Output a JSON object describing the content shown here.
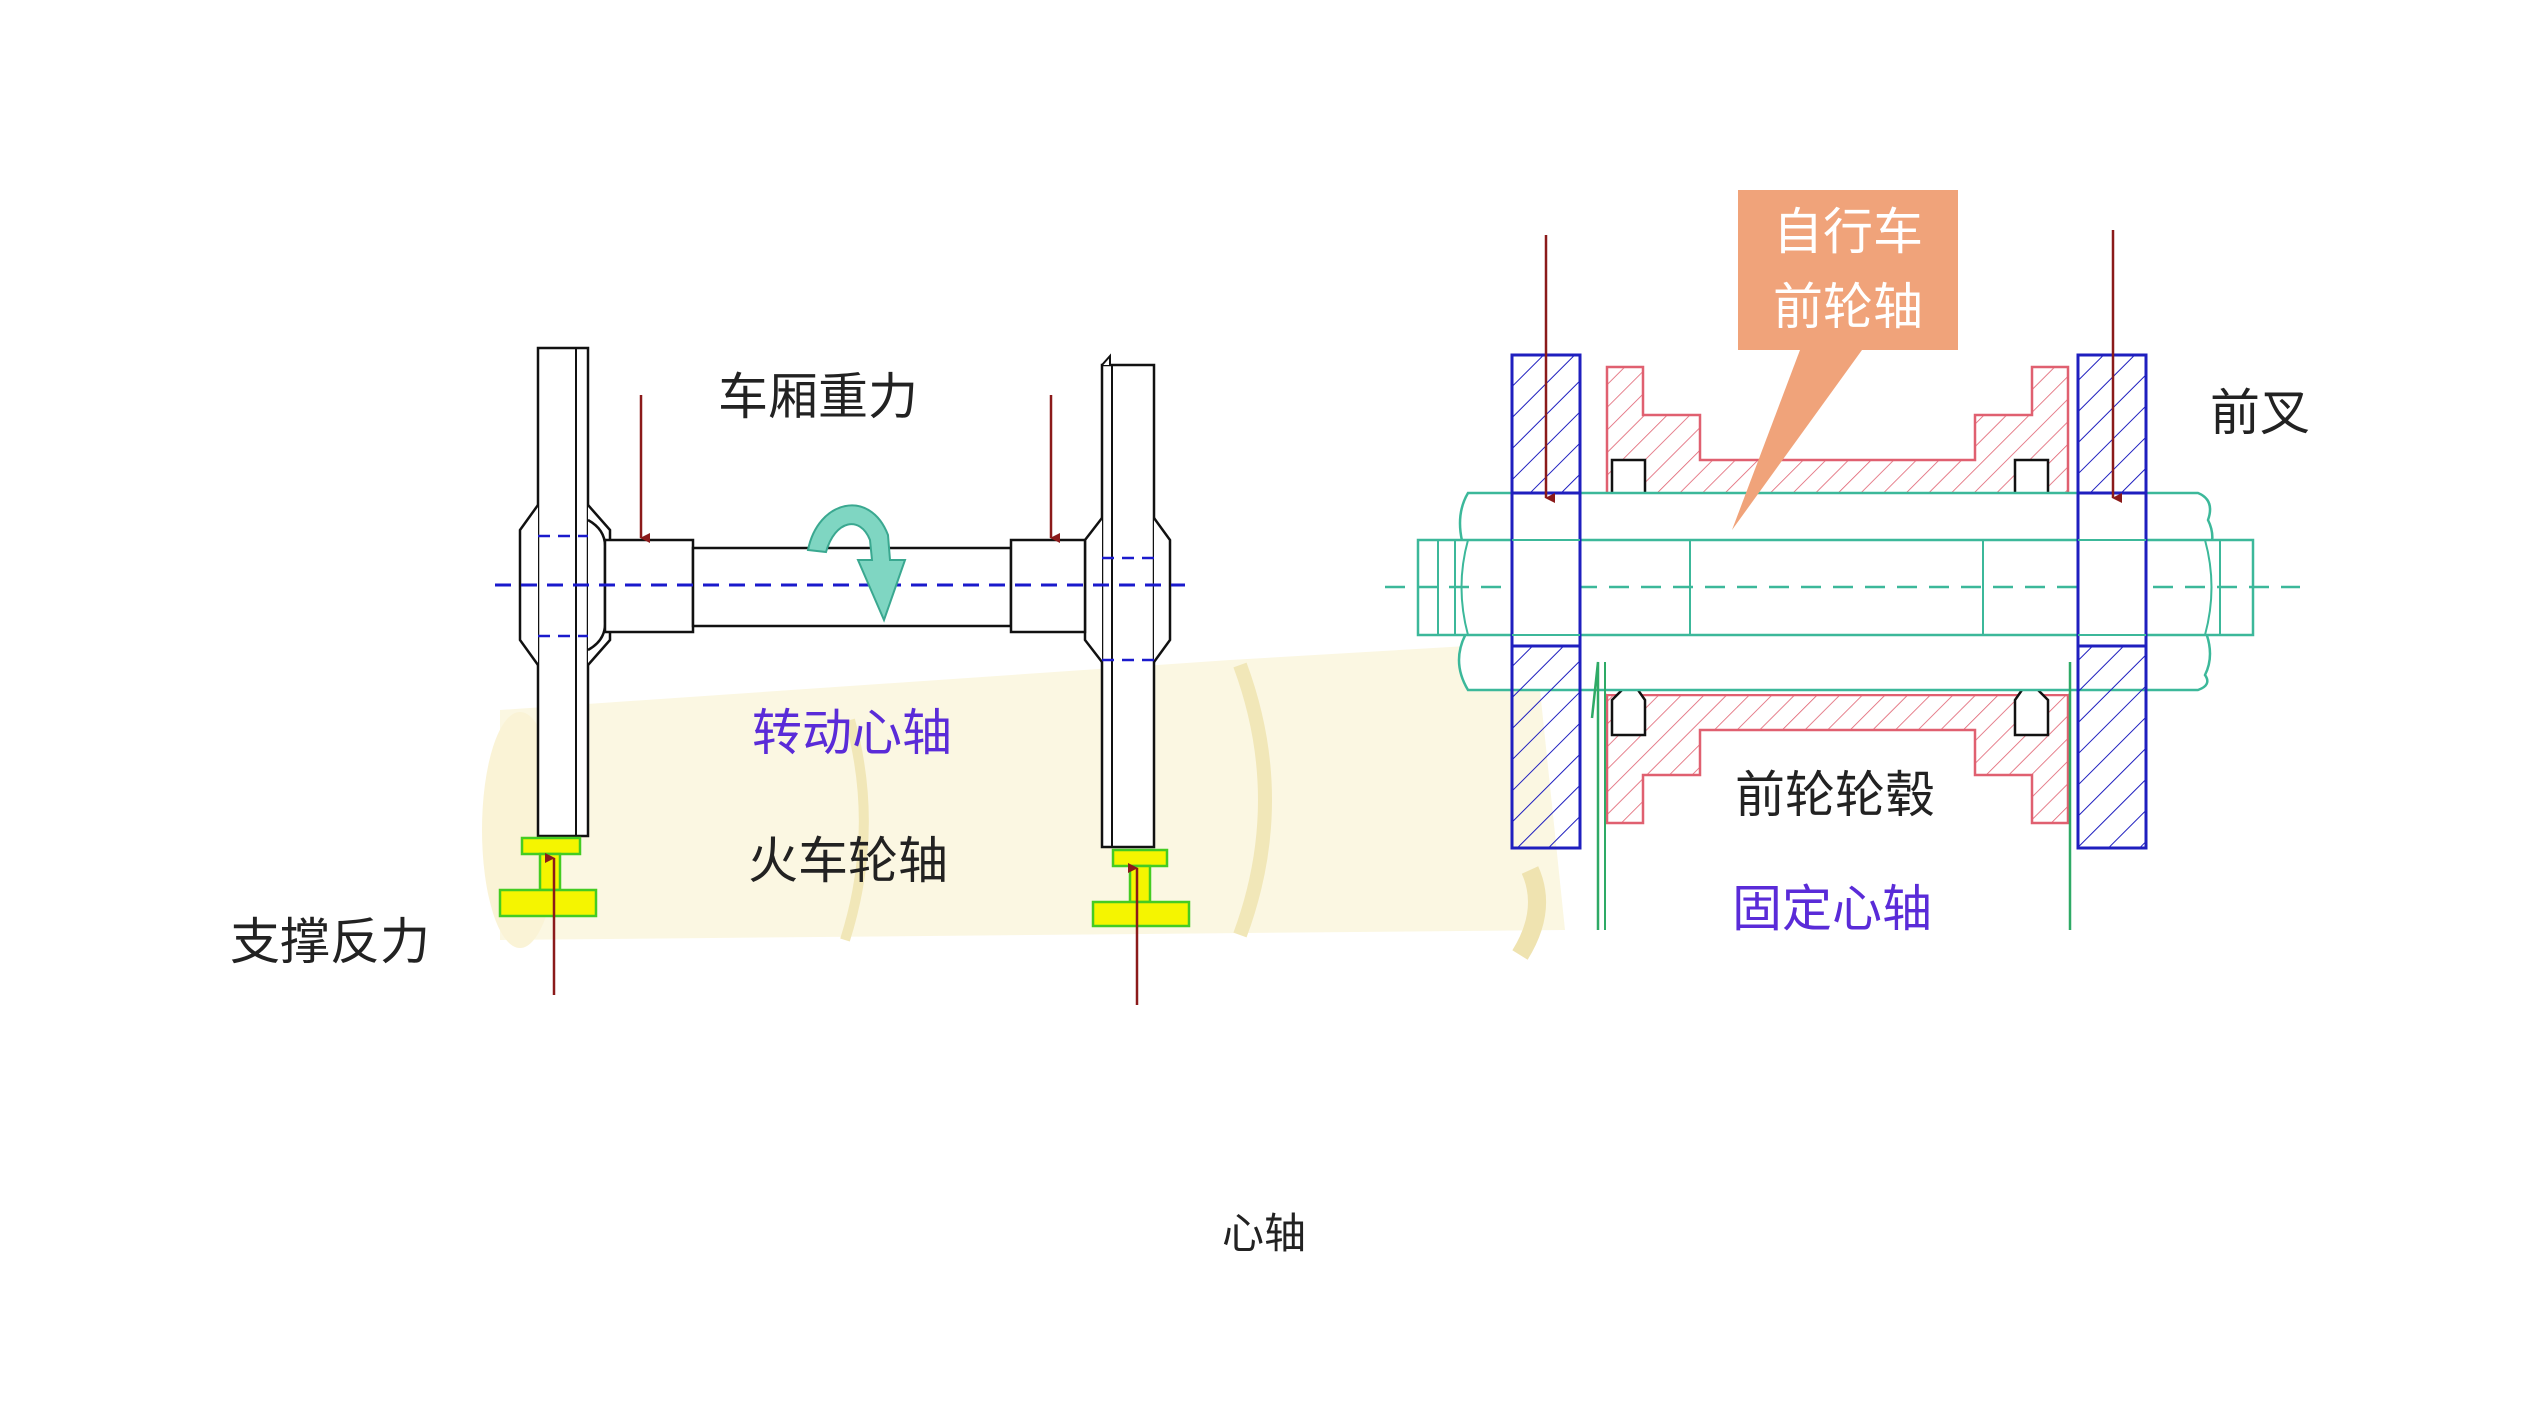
{
  "labels": {
    "carriage_weight": "车厢重力",
    "rotating_axle": "转动心轴",
    "train_axle": "火车轮轴",
    "support_reaction": "支撑反力",
    "bicycle_front_axle_line1": "自行车",
    "bicycle_front_axle_line2": "前轮轴",
    "front_fork": "前叉",
    "front_hub": "前轮轮毂",
    "fixed_axle": "固定心轴"
  },
  "caption": "心轴",
  "colors": {
    "text_dark": "#222222",
    "text_purple": "#5a2bd8",
    "arrow": "#8b1a1a",
    "fork_blue": "#1f1fbf",
    "hub_red": "#e06070",
    "axle_teal": "#3cb89a",
    "callout_bg": "#f0a37a",
    "cylinder_fill": "#fbf7e2",
    "rail_yellow": "#f5f500",
    "rail_green": "#44cc22",
    "centerline_blue": "#1a1acc"
  },
  "icons": {
    "rotation_arrow": "curved-rotation-arrow-icon"
  }
}
